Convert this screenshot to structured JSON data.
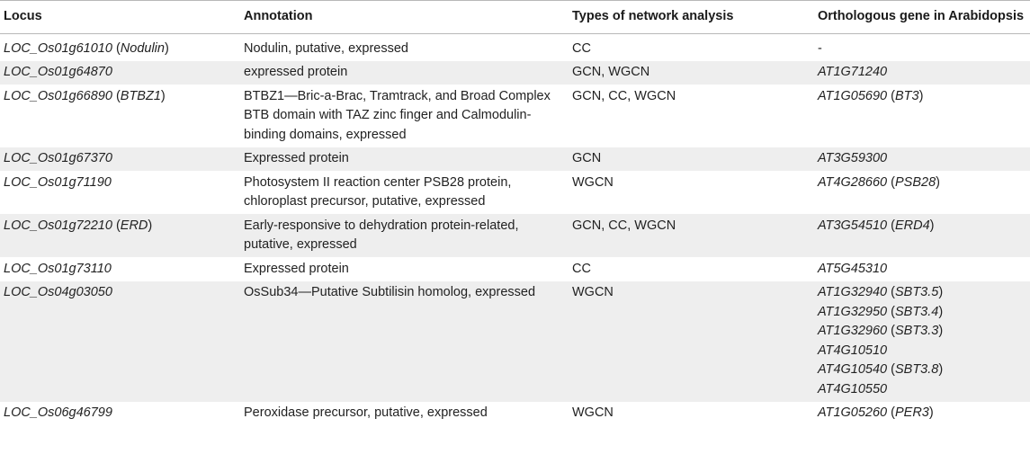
{
  "headers": {
    "locus": "Locus",
    "annotation": "Annotation",
    "network": "Types of network analysis",
    "ortholog": "Orthologous gene in Arabidopsis"
  },
  "rows": [
    {
      "locus_id": "LOC_Os01g61010",
      "locus_gene": "Nodulin",
      "annotation": "Nodulin, putative, expressed",
      "network": "CC",
      "orthologs": [
        {
          "id": "-",
          "gene": ""
        }
      ]
    },
    {
      "locus_id": "LOC_Os01g64870",
      "locus_gene": "",
      "annotation": "expressed protein",
      "network": "GCN, WGCN",
      "orthologs": [
        {
          "id": "AT1G71240",
          "gene": ""
        }
      ]
    },
    {
      "locus_id": "LOC_Os01g66890",
      "locus_gene": "BTBZ1",
      "annotation": "BTBZ1—Bric-a-Brac, Tramtrack, and Broad Complex BTB domain with TAZ zinc finger and Calmodulin-binding domains, expressed",
      "network": "GCN, CC, WGCN",
      "orthologs": [
        {
          "id": "AT1G05690",
          "gene": "BT3"
        }
      ]
    },
    {
      "locus_id": "LOC_Os01g67370",
      "locus_gene": "",
      "annotation": "Expressed protein",
      "network": "GCN",
      "orthologs": [
        {
          "id": "AT3G59300",
          "gene": ""
        }
      ]
    },
    {
      "locus_id": "LOC_Os01g71190",
      "locus_gene": "",
      "annotation": "Photosystem II reaction center PSB28 protein, chloroplast precursor, putative, expressed",
      "network": "WGCN",
      "orthologs": [
        {
          "id": "AT4G28660",
          "gene": "PSB28"
        }
      ]
    },
    {
      "locus_id": "LOC_Os01g72210",
      "locus_gene": "ERD",
      "annotation": "Early-responsive to dehydration protein-related, putative, expressed",
      "network": "GCN, CC, WGCN",
      "orthologs": [
        {
          "id": "AT3G54510",
          "gene": "ERD4"
        }
      ]
    },
    {
      "locus_id": "LOC_Os01g73110",
      "locus_gene": "",
      "annotation": "Expressed protein",
      "network": "CC",
      "orthologs": [
        {
          "id": "AT5G45310",
          "gene": ""
        }
      ]
    },
    {
      "locus_id": "LOC_Os04g03050",
      "locus_gene": "",
      "annotation": "OsSub34—Putative Subtilisin homolog, expressed",
      "network": "WGCN",
      "orthologs": [
        {
          "id": "AT1G32940",
          "gene": "SBT3.5"
        },
        {
          "id": "AT1G32950",
          "gene": "SBT3.4"
        },
        {
          "id": "AT1G32960",
          "gene": "SBT3.3"
        },
        {
          "id": "AT4G10510",
          "gene": ""
        },
        {
          "id": "AT4G10540",
          "gene": "SBT3.8"
        },
        {
          "id": "AT4G10550",
          "gene": ""
        }
      ]
    },
    {
      "locus_id": "LOC_Os06g46799",
      "locus_gene": "",
      "annotation": "Peroxidase precursor, putative, expressed",
      "network": "WGCN",
      "orthologs": [
        {
          "id": "AT1G05260",
          "gene": "PER3"
        }
      ]
    }
  ]
}
